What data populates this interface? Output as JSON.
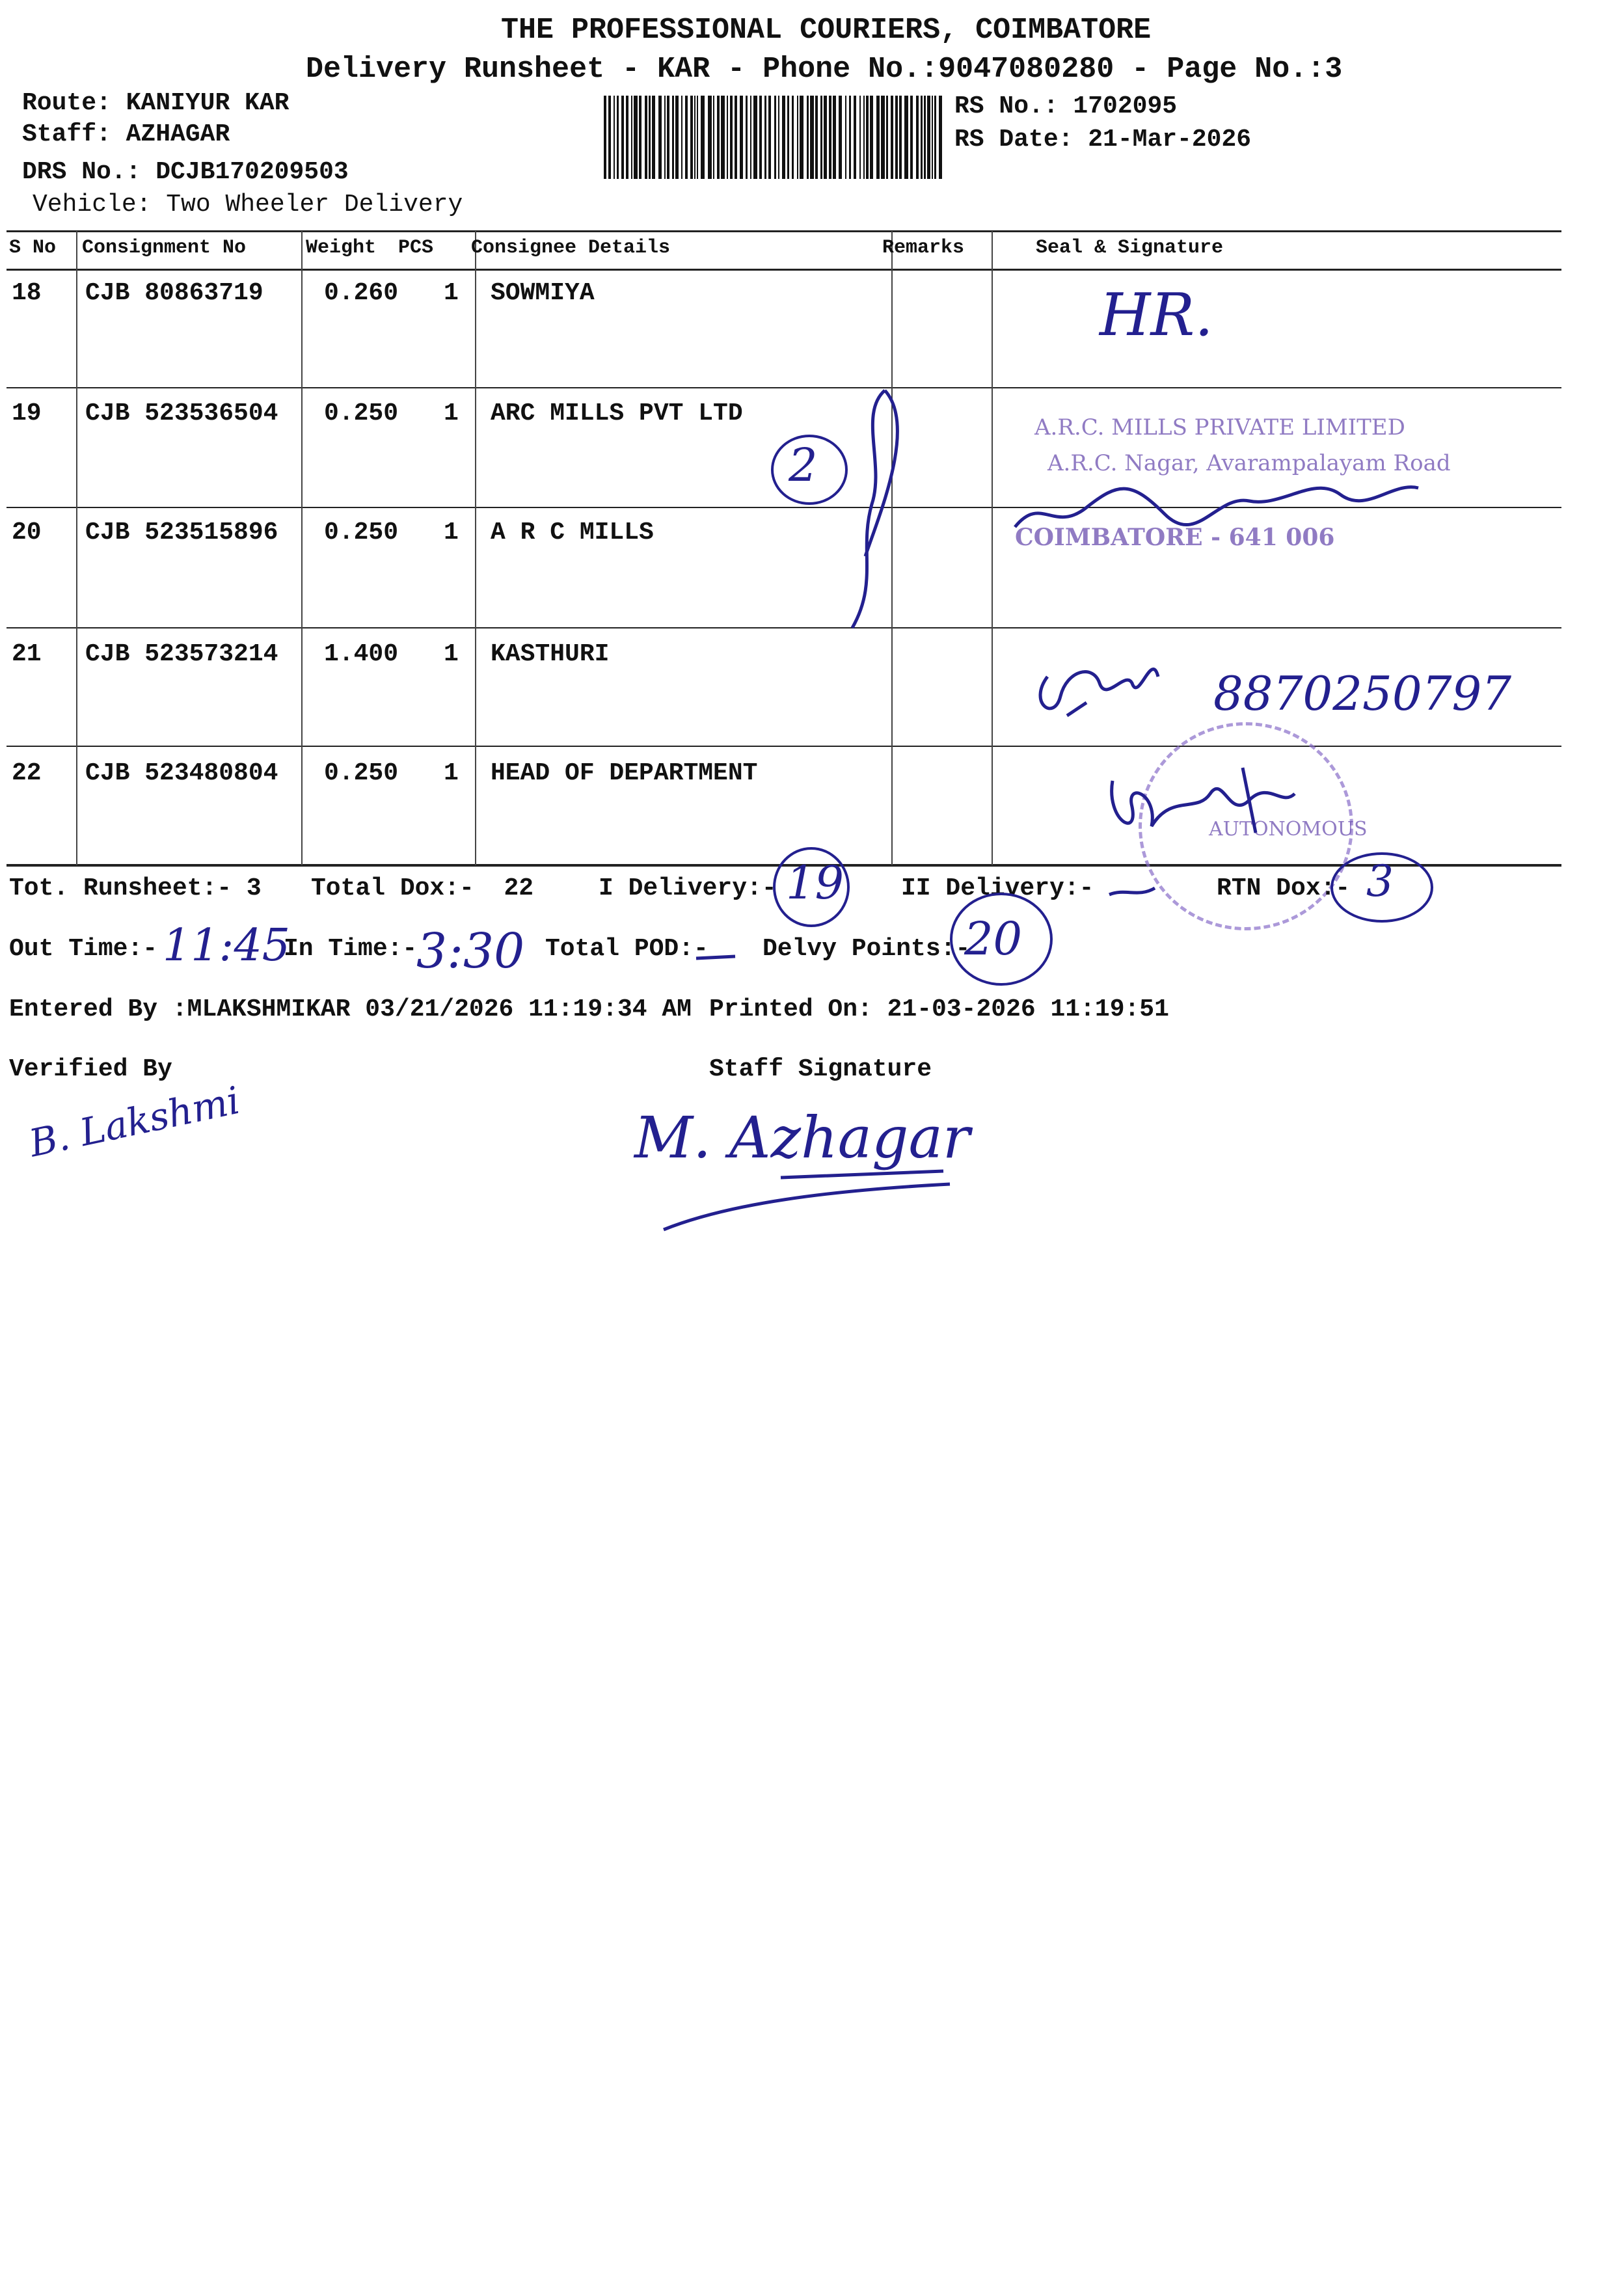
{
  "header": {
    "company": "THE PROFESSIONAL COURIERS, COIMBATORE",
    "subtitle": "Delivery Runsheet - KAR - Phone No.:9047080280 - Page No.:3"
  },
  "info": {
    "route": "Route: KANIYUR KAR",
    "staff": "Staff: AZHAGAR",
    "drs_no": "DRS No.: DCJB170209503",
    "vehicle": "Vehicle: Two Wheeler Delivery",
    "rs_no": "RS No.: 1702095",
    "rs_date": "RS Date: 21-Mar-2026"
  },
  "table": {
    "columns": [
      "S No",
      "Consignment No",
      "Weight",
      "PCS",
      "Consignee Details",
      "Remarks",
      "Seal & Signature"
    ],
    "rows": [
      {
        "sno": "18",
        "consignment": "CJB 80863719",
        "weight": "0.260",
        "pcs": "1",
        "consignee": "SOWMIYA"
      },
      {
        "sno": "19",
        "consignment": "CJB 523536504",
        "weight": "0.250",
        "pcs": "1",
        "consignee": "ARC MILLS PVT LTD"
      },
      {
        "sno": "20",
        "consignment": "CJB 523515896",
        "weight": "0.250",
        "pcs": "1",
        "consignee": "A R C MILLS"
      },
      {
        "sno": "21",
        "consignment": "CJB 523573214",
        "weight": "1.400",
        "pcs": "1",
        "consignee": "KASTHURI"
      },
      {
        "sno": "22",
        "consignment": "CJB 523480804",
        "weight": "0.250",
        "pcs": "1",
        "consignee": "HEAD OF DEPARTMENT"
      }
    ]
  },
  "annotations": {
    "row18_sign": "HR.",
    "remarks_count": "2",
    "arc_stamp_line1": "A.R.C. MILLS PRIVATE LIMITED",
    "arc_stamp_line2": "A.R.C. Nagar, Avarampalayam Road",
    "arc_stamp_line3": "COIMBATORE - 641 006",
    "row21_phone": "8870250797",
    "dept_stamp": "AUTONOMOUS"
  },
  "summary": {
    "tot_runsheet": "Tot. Runsheet:- 3",
    "total_dox": "Total Dox:-  22",
    "i_delivery": "I Delivery:-",
    "i_delivery_value": "19",
    "ii_delivery": "II Delivery:-",
    "rtn_dox": "RTN Dox:-",
    "rtn_dox_value": "3",
    "out_time": "Out Time:-",
    "out_time_value": "11:45",
    "in_time": "In Time:-",
    "in_time_value": "3:30",
    "total_pod": "Total POD:-",
    "delvy_points": "Delvy Points:-",
    "delvy_points_value": "20",
    "entered_by": "Entered By :MLAKSHMIKAR 03/21/2026 11:19:34 AM",
    "printed_on": "Printed On: 21-03-2026 11:19:51",
    "verified_by": "Verified By",
    "staff_signature": "Staff Signature",
    "staff_signature_name": "M. Azhagar",
    "verifier_signature": "B. Lakshmi"
  }
}
